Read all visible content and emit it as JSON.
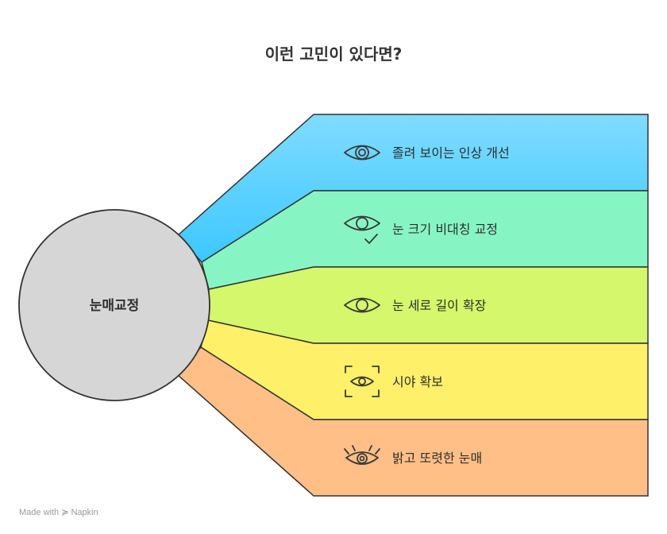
{
  "title": "이런 고민이 있다면?",
  "center": {
    "label": "눈매교정"
  },
  "branches": [
    {
      "label": "졸려 보이는 인상 개선",
      "icon": "eye-circle-icon",
      "color": "#7dd9ff"
    },
    {
      "label": "눈 크기 비대칭 교정",
      "icon": "eye-check-icon",
      "color": "#87f5c3"
    },
    {
      "label": "눈 세로 길이 확장",
      "icon": "eye-icon",
      "color": "#d4f76b"
    },
    {
      "label": "시야 확보",
      "icon": "eye-focus-frame-icon",
      "color": "#fff06a"
    },
    {
      "label": "밝고 또렷한 눈매",
      "icon": "eye-lashes-icon",
      "color": "#ffbf86"
    }
  ],
  "credit": {
    "prefix": "Made with",
    "brand": "Napkin"
  }
}
